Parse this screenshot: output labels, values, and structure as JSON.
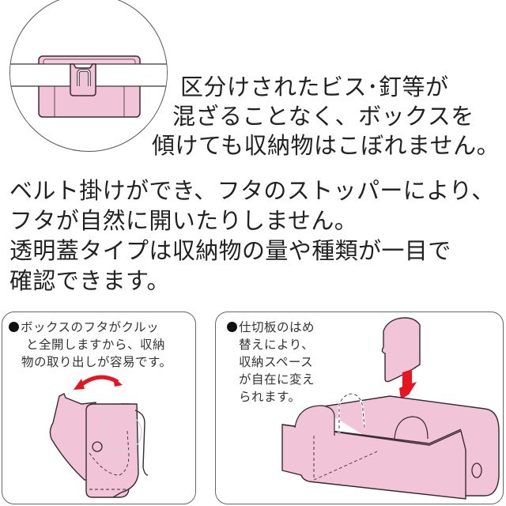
{
  "top_feature": {
    "lines": [
      "区分けされたビス･釘等が",
      "混ざることなく、ボックスを",
      "傾けても収納物はこぼれません。"
    ]
  },
  "middle_text": {
    "lines": [
      "ベルト掛けができ、フタのストッパーにより、",
      "フタが自然に開いたりしません。",
      "透明蓋タイプは収納物の量や種類が一目で",
      "確認できます。"
    ]
  },
  "panels": [
    {
      "bullet": "●",
      "lines": [
        "ボックスのフタがクルッ",
        "と全開しますから、収納",
        "物の取り出しが容易です。"
      ]
    },
    {
      "bullet": "●",
      "lines": [
        "仕切板のはめ",
        "替えにより、",
        "収納スペース",
        "が自在に変え",
        "られます。"
      ]
    }
  ],
  "colors": {
    "product_pink": "#f2c4d8",
    "outline": "#3a2a30",
    "arrow_red": "#e8141e",
    "panel_border": "#666666"
  }
}
